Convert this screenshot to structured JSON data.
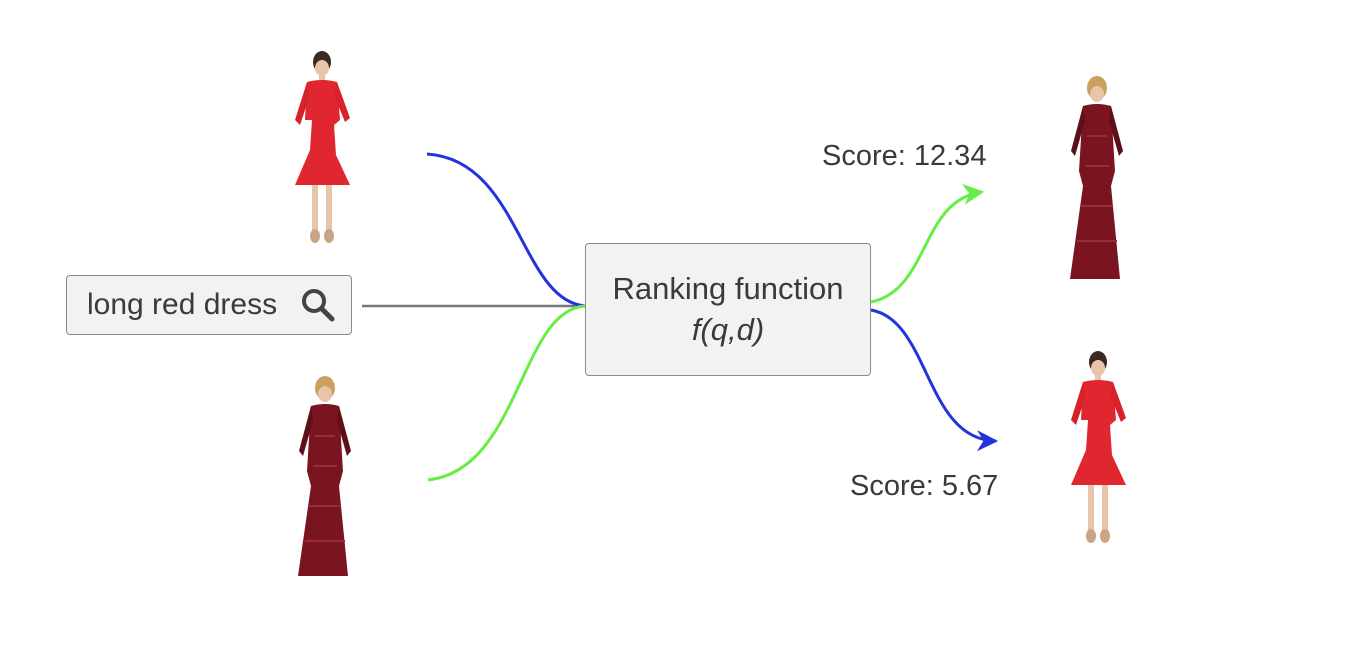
{
  "query": {
    "text": "long red dress",
    "icon": "search-icon"
  },
  "ranking_box": {
    "title": "Ranking function",
    "formula": "f(q,d)"
  },
  "scores": [
    {
      "label": "Score: 12.34",
      "edge_color": "#66ee44"
    },
    {
      "label": "Score: 5.67",
      "edge_color": "#2233dd"
    }
  ],
  "inputs": [
    {
      "item": "short-red-dress",
      "edge_color": "#2233dd"
    },
    {
      "item": "long-lace-dress",
      "edge_color": "#66ee44"
    }
  ],
  "colors": {
    "box_fill": "#f2f2f2",
    "box_border": "#8a8a8a",
    "query_line": "#777777",
    "red_dress": "#e0262e",
    "lace_dress": "#7a1420"
  }
}
